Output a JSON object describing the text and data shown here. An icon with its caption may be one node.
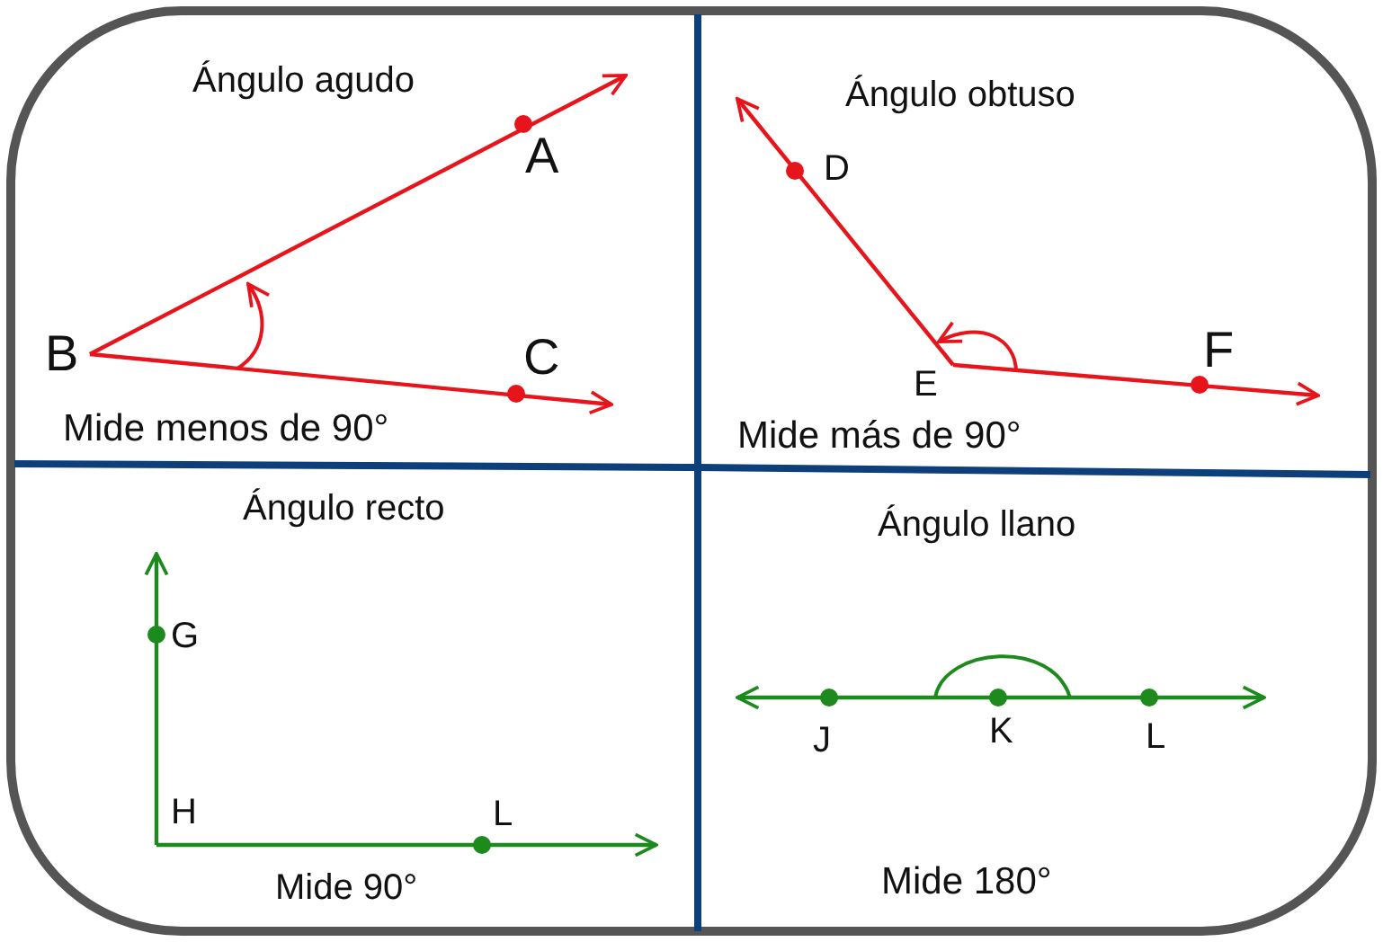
{
  "diagram": {
    "nodes": [
      {
        "text": [
          "Ángulo agudo",
          "Mide menos de 90°"
        ]
      },
      {
        "text": [
          "Ángulo obtuso",
          "Mide más de 90°"
        ]
      },
      {
        "text": [
          "Ángulo recto",
          "Mide 90°"
        ]
      },
      {
        "text": [
          "Ángulo llano",
          "Mide 180°"
        ]
      }
    ],
    "labels": [
      "B",
      "A",
      "C",
      "D",
      "E",
      "F",
      "G",
      "H",
      "L",
      "J",
      "K",
      "L"
    ]
  }
}
